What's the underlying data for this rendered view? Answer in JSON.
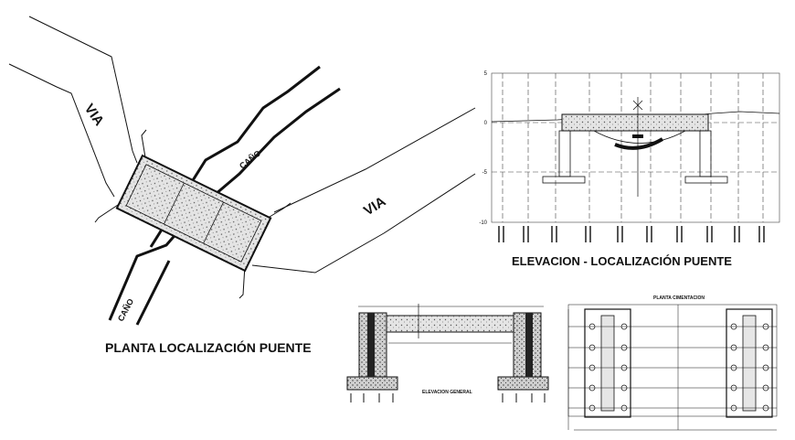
{
  "plan": {
    "road_label_1": "VIA",
    "road_label_2": "VIA",
    "stream_label_1": "CAÑO",
    "stream_label_2": "CAÑO",
    "title": "PLANTA LOCALIZACIÓN PUENTE"
  },
  "elevation": {
    "title": "ELEVACION - LOCALIZACIÓN PUENTE",
    "y_ticks": [
      "5",
      "0",
      "-5",
      "-10"
    ]
  },
  "general_elevation": {
    "caption": "ELEVACION GENERAL"
  },
  "foundation_plan": {
    "caption": "PLANTA CIMENTACION"
  },
  "colors": {
    "line": "#111111",
    "concrete_fill": "#d9d9d9",
    "grid": "#444444"
  }
}
